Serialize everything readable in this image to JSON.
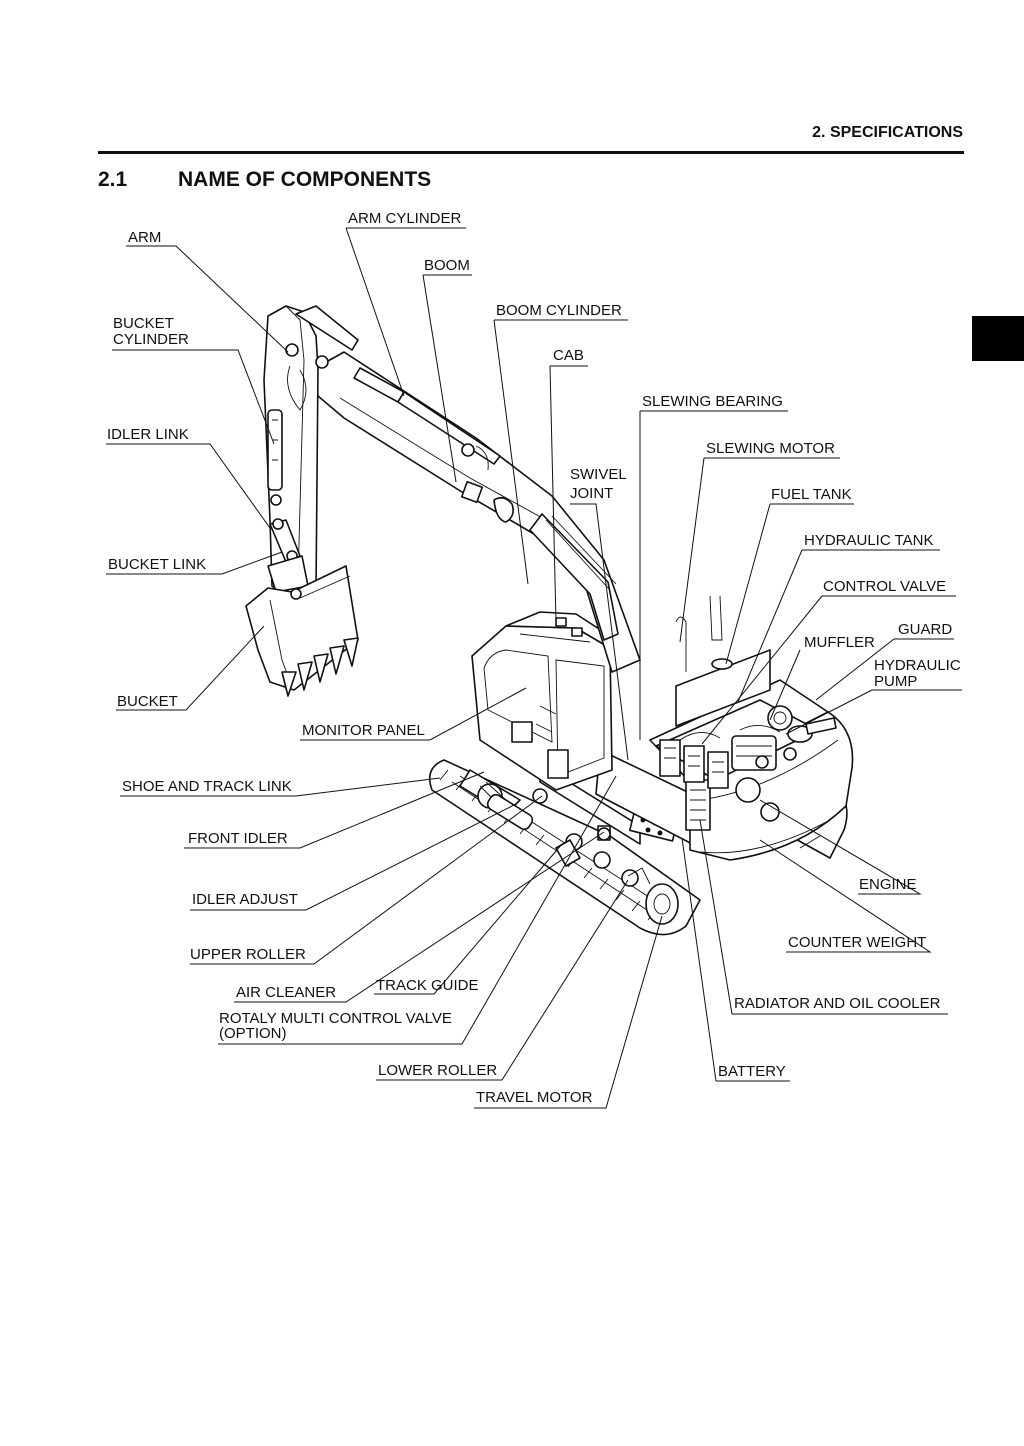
{
  "header": {
    "section": "2. SPECIFICATIONS"
  },
  "chapter": {
    "number": "2.1",
    "title": "NAME OF COMPONENTS"
  },
  "labels": {
    "arm_cylinder": "ARM CYLINDER",
    "arm": "ARM",
    "boom": "BOOM",
    "boom_cylinder": "BOOM CYLINDER",
    "bucket_cylinder_1": "BUCKET",
    "bucket_cylinder_2": "CYLINDER",
    "cab": "CAB",
    "slewing_bearing": "SLEWING BEARING",
    "idler_link": "IDLER LINK",
    "slewing_motor": "SLEWING MOTOR",
    "swivel_joint_1": "SWIVEL",
    "swivel_joint_2": "JOINT",
    "fuel_tank": "FUEL TANK",
    "hydraulic_tank": "HYDRAULIC TANK",
    "bucket_link": "BUCKET LINK",
    "control_valve": "CONTROL VALVE",
    "guard": "GUARD",
    "muffler": "MUFFLER",
    "hydraulic_pump_1": "HYDRAULIC",
    "hydraulic_pump_2": "PUMP",
    "bucket": "BUCKET",
    "monitor_panel": "MONITOR PANEL",
    "shoe_and_track_link": "SHOE AND TRACK LINK",
    "front_idler": "FRONT IDLER",
    "engine": "ENGINE",
    "idler_adjust": "IDLER ADJUST",
    "counter_weight": "COUNTER WEIGHT",
    "upper_roller": "UPPER ROLLER",
    "track_guide": "TRACK GUIDE",
    "air_cleaner": "AIR CLEANER",
    "radiator_and_oil_cooler": "RADIATOR AND OIL COOLER",
    "rotaly_mcv_1": "ROTALY MULTI CONTROL VALVE",
    "rotaly_mcv_2": "(OPTION)",
    "lower_roller": "LOWER ROLLER",
    "battery": "BATTERY",
    "travel_motor": "TRAVEL MOTOR"
  }
}
